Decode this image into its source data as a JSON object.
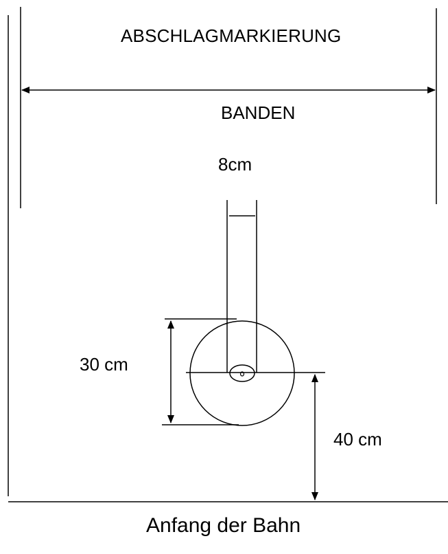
{
  "labels": {
    "title": "ABSCHLAGMARKIERUNG",
    "banden": "BANDEN",
    "width_8cm": "8cm",
    "dim_30cm": "30 cm",
    "dim_40cm": "40 cm",
    "bottom": "Anfang der Bahn"
  },
  "colors": {
    "line": "#000000",
    "background": "#ffffff"
  }
}
